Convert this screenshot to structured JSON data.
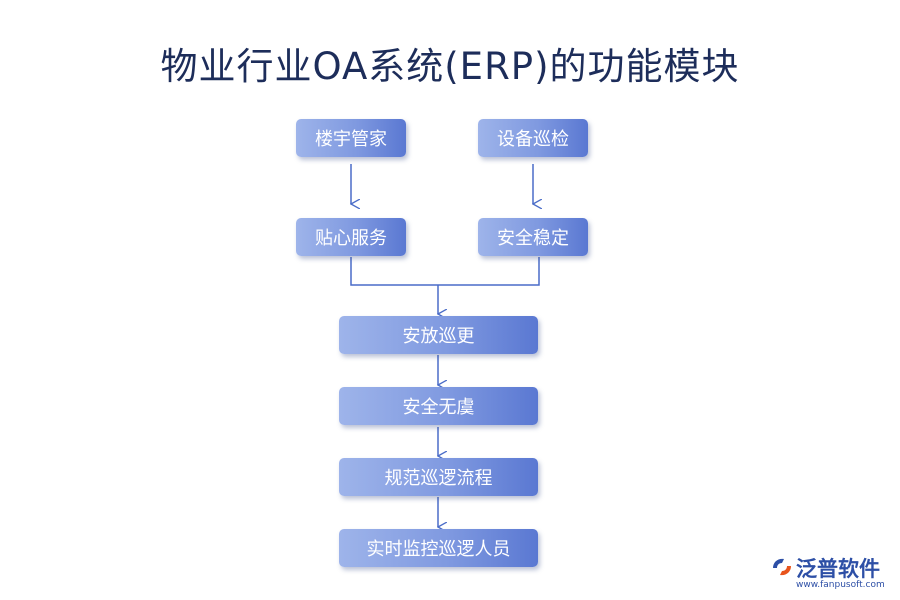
{
  "title": "物业行业OA系统(ERP)的功能模块",
  "nodes": {
    "building_manager": "楼宇管家",
    "equipment_patrol": "设备巡检",
    "caring_service": "贴心服务",
    "safe_stable": "安全稳定",
    "security_patrol": "安放巡更",
    "safe_worry_free": "安全无虞",
    "standard_patrol_process": "规范巡逻流程",
    "realtime_monitor_patrol": "实时监控巡逻人员"
  },
  "logo": {
    "name": "泛普软件",
    "url": "www.fanpusoft.com"
  },
  "colors": {
    "node_start": "#9eb4ea",
    "node_end": "#5a78d2",
    "connector": "#4a6cc8",
    "title": "#1d2d5a",
    "logo": "#2d4fa6",
    "logo_accent": "#e8541c"
  }
}
